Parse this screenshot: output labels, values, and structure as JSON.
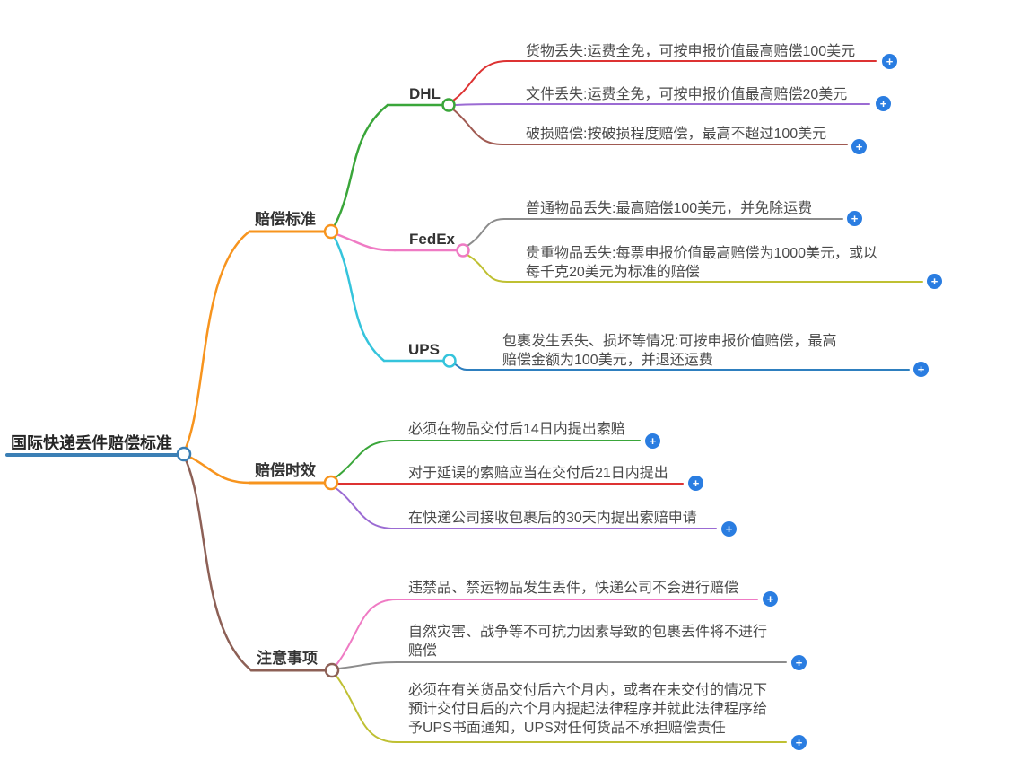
{
  "root": {
    "label": "国际快递丢件赔偿标准",
    "color": "#3b7fb5"
  },
  "branches": [
    {
      "label": "赔偿标准",
      "color": "#f7941e",
      "children": [
        {
          "label": "DHL",
          "color": "#3aa63a",
          "children": [
            {
              "label": "货物丢失:运费全免，可按申报价值最高赔偿100美元",
              "color": "#dd3333"
            },
            {
              "label": "文件丢失:运费全免，可按申报价值最高赔偿20美元",
              "color": "#9b6bd3"
            },
            {
              "label": "破损赔偿:按破损程度赔偿，最高不超过100美元",
              "color": "#a05a52"
            }
          ]
        },
        {
          "label": "FedEx",
          "color": "#ef7bc4",
          "children": [
            {
              "label": "普通物品丢失:最高赔偿100美元，并免除运费",
              "color": "#8c8c8c"
            },
            {
              "label": "贵重物品丢失:每票申报价值最高赔偿为1000美元，或以每千克20美元为标准的赔偿",
              "color": "#bfc033"
            }
          ]
        },
        {
          "label": "UPS",
          "color": "#35c4dc",
          "children": [
            {
              "label": "包裹发生丢失、损坏等情况:可按申报价值赔偿，最高赔偿金额为100美元，并退还运费",
              "color": "#2e7fbf"
            }
          ]
        }
      ]
    },
    {
      "label": "赔偿时效",
      "color": "#f7941e",
      "children": [
        {
          "label": "必须在物品交付后14日内提出索赔",
          "color": "#3aa63a"
        },
        {
          "label": "对于延误的索赔应当在交付后21日内提出",
          "color": "#dd3333"
        },
        {
          "label": "在快递公司接收包裹后的30天内提出索赔申请",
          "color": "#9b6bd3"
        }
      ]
    },
    {
      "label": "注意事项",
      "color": "#8d6056",
      "children": [
        {
          "label": "违禁品、禁运物品发生丢件，快递公司不会进行赔偿",
          "color": "#ef7bc4"
        },
        {
          "label": "自然灾害、战争等不可抗力因素导致的包裹丢件将不进行赔偿",
          "color": "#8c8c8c"
        },
        {
          "label": "必须在有关货品交付后六个月内，或者在未交付的情况下预计交付日后的六个月内提起法律程序并就此法律程序给予UPS书面通知，UPS对任何货品不承担赔偿责任",
          "color": "#bfc033"
        }
      ]
    }
  ],
  "ui": {
    "expand_glyph": "+",
    "expand_badge_color": "#2a7de1"
  },
  "palette": {
    "root_line": "#3b7fb5",
    "orange": "#f7941e",
    "brown": "#8d6056",
    "green": "#3aa63a",
    "pink": "#ef7bc4",
    "cyan": "#35c4dc",
    "red": "#dd3333",
    "purple": "#9b6bd3",
    "brick": "#a05a52",
    "gray": "#8c8c8c",
    "olive": "#bfc033",
    "steel_blue": "#2e7fbf"
  }
}
